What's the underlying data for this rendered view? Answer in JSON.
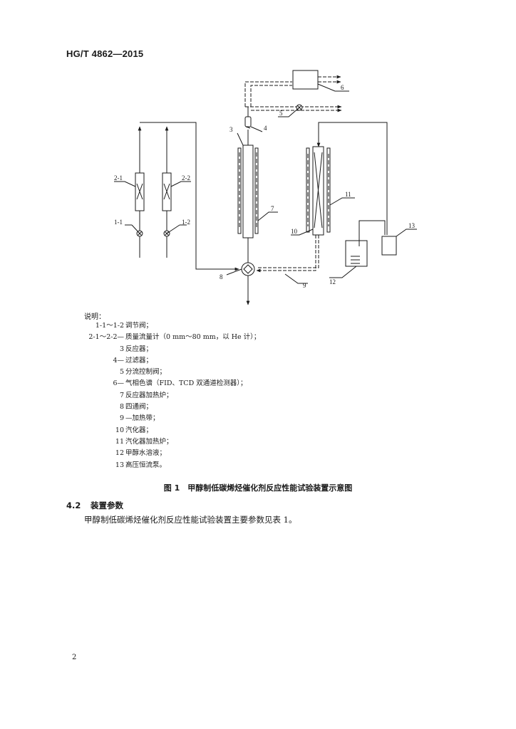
{
  "header": {
    "standard_code": "HG/T 4862—2015"
  },
  "diagram": {
    "labels": [
      "1-1",
      "1-2",
      "2-1",
      "2-2",
      "3",
      "4",
      "5",
      "6",
      "7",
      "8",
      "9",
      "10",
      "11",
      "12",
      "13"
    ]
  },
  "legend": {
    "title": "说明：",
    "items": [
      {
        "num": "1-1～1-2",
        "desc": "调节阀；"
      },
      {
        "num": "2-1～2-2—",
        "desc": "质量流量计（0 mm～80 mm，以 He 计）；"
      },
      {
        "num": "3",
        "desc": "反应器；"
      },
      {
        "num": "4—",
        "desc": "过滤器；"
      },
      {
        "num": "5",
        "desc": "分流控制阀；"
      },
      {
        "num": "6—",
        "desc": "气相色谱（FID、TCD 双通道检测器）；"
      },
      {
        "num": "7",
        "desc": "反应器加热炉；"
      },
      {
        "num": "8",
        "desc": "四通阀；"
      },
      {
        "num": "9",
        "desc": "—加热带；"
      },
      {
        "num": "10",
        "desc": "汽化器；"
      },
      {
        "num": "11",
        "desc": "汽化器加热炉；"
      },
      {
        "num": "12",
        "desc": "甲醇水溶液；"
      },
      {
        "num": "13",
        "desc": "高压恒流泵。"
      }
    ]
  },
  "figure": {
    "caption": "图 1　甲醇制低碳烯烃催化剂反应性能试验装置示意图"
  },
  "section": {
    "number": "4.2",
    "title": "装置参数",
    "text": "甲醇制低碳烯烃催化剂反应性能试验装置主要参数见表 1。"
  },
  "page": {
    "number": "2"
  }
}
